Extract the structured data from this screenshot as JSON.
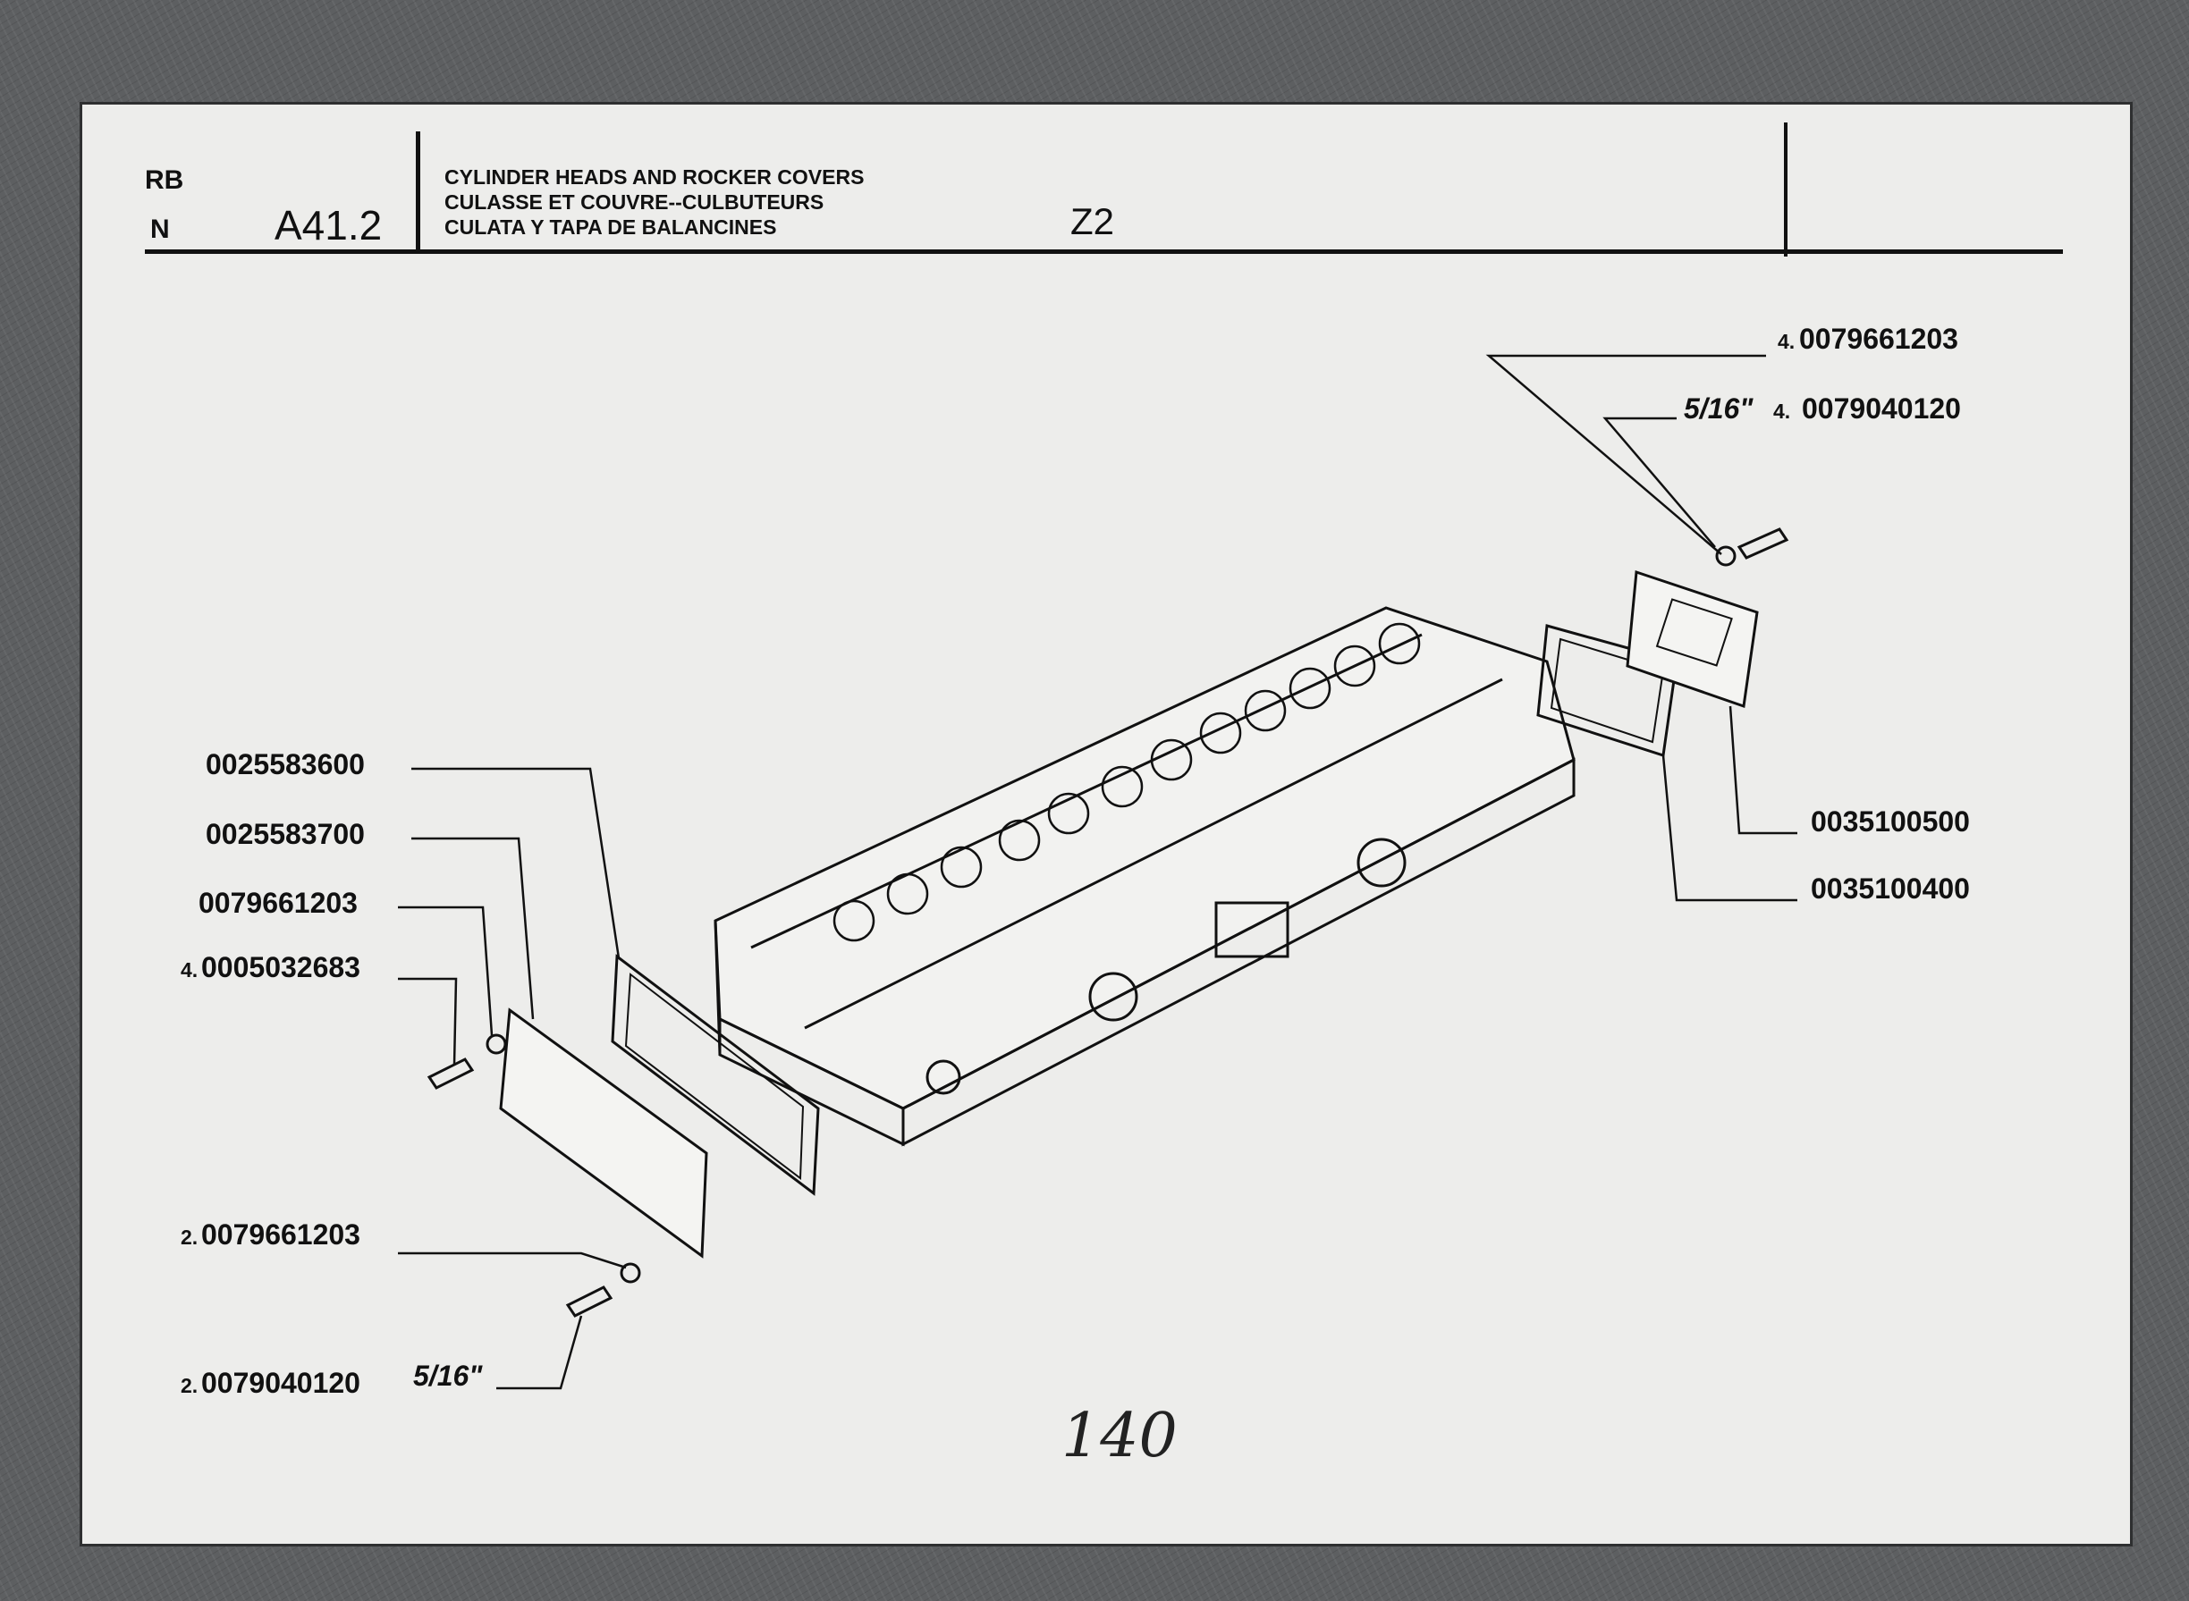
{
  "header": {
    "rb": "RB",
    "n": "N",
    "section_code": "A41.2",
    "title_en": "CYLINDER HEADS AND ROCKER COVERS",
    "title_fr": "CULASSE ET COUVRE--CULBUTEURS",
    "title_es": "CULATA Y TAPA DE BALANCINES",
    "model": "Z2"
  },
  "callouts": {
    "left": [
      {
        "qty": "",
        "part": "0025583600",
        "size": ""
      },
      {
        "qty": "",
        "part": "0025583700",
        "size": ""
      },
      {
        "qty": "",
        "part": "0079661203",
        "size": ""
      },
      {
        "qty": "4.",
        "part": "0005032683",
        "size": ""
      },
      {
        "qty": "2.",
        "part": "0079661203",
        "size": ""
      },
      {
        "qty": "2.",
        "part": "0079040120",
        "size": "5/16\""
      }
    ],
    "right": [
      {
        "qty": "4.",
        "part": "0079661203",
        "size": ""
      },
      {
        "qty": "4.",
        "part": "0079040120",
        "size": "5/16\""
      },
      {
        "qty": "",
        "part": "0035100500",
        "size": ""
      },
      {
        "qty": "",
        "part": "0035100400",
        "size": ""
      }
    ]
  },
  "page_number": "140"
}
